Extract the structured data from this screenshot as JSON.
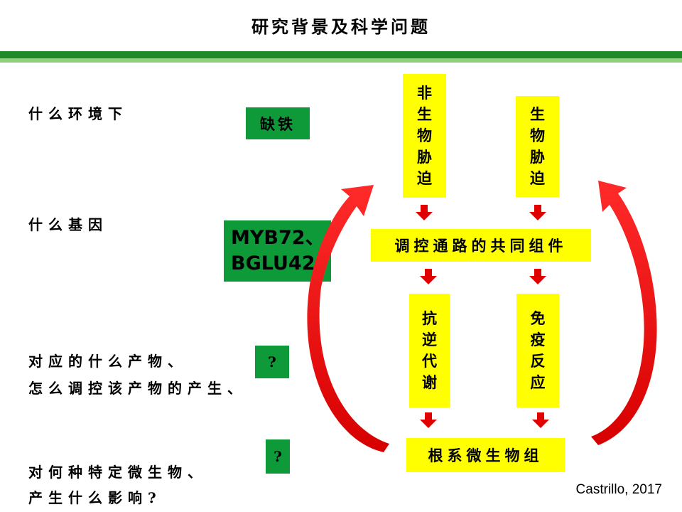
{
  "title": "研究背景及科学问题",
  "questions": {
    "q1": "什么环境下",
    "q2": "什么基因",
    "q3_line1": "对应的什么产物、",
    "q3_line2": "怎么调控该产物的产生、",
    "q4_line1": "对何种特定微生物、",
    "q4_line2": "产生什么影响?"
  },
  "answers": {
    "a1": "缺铁",
    "a2_line1": "MYB72、",
    "a2_line2": "BGLU42",
    "a3": "?",
    "a4": "?"
  },
  "flow": {
    "abiotic_stress": [
      "非",
      "生",
      "物",
      "胁",
      "迫"
    ],
    "biotic_stress": [
      "生",
      "物",
      "胁",
      "迫"
    ],
    "common_component": "调控通路的共同组件",
    "abiotic_response": [
      "抗",
      "逆",
      "代",
      "谢"
    ],
    "immune_response": [
      "免",
      "疫",
      "反",
      "应"
    ],
    "root_microbiome": "根系微生物组"
  },
  "citation": "Castrillo, 2017",
  "colors": {
    "green_bar": "#1f8a2a",
    "green_box": "#0f9a3a",
    "yellow_box": "#ffff00",
    "arrow_red": "#e00000"
  }
}
